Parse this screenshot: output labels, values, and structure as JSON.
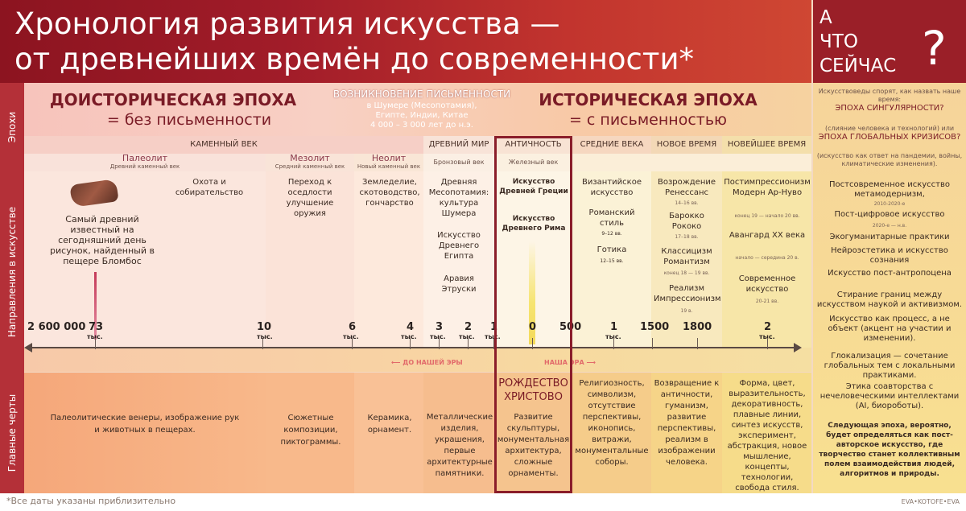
{
  "title": {
    "line1": "Хронология развития искусства —",
    "line2": "от древнейших времён до современности*"
  },
  "side_header": {
    "w1": "А",
    "w2": "ЧТО",
    "w3": "СЕЙЧАС",
    "q": "?"
  },
  "row_labels": {
    "epochs": "Эпохи",
    "directions": "Направления в искусстве",
    "features": "Главные черты"
  },
  "epochs": {
    "prehistoric": "ДОИСТОРИЧЕСКАЯ ЭПОХА",
    "prehistoric_sub": "= без письменности",
    "writing_title": "ВОЗНИКНОВЕНИЕ ПИСЬМЕННОСТИ",
    "writing_sub1": "в Шумере (Месопотамия),",
    "writing_sub2": "Египте, Индии, Китае",
    "writing_sub3": "4 000 – 3 000 лет до н.э.",
    "historic": "ИСТОРИЧЕСКАЯ ЭПОХА",
    "historic_sub": "= с письменностью"
  },
  "periods": {
    "stone": "КАМЕННЫЙ ВЕК",
    "ancient": "ДРЕВНИЙ МИР",
    "antiquity": "АНТИЧНОСТЬ",
    "middle": "СРЕДНИЕ ВЕКА",
    "new": "НОВОЕ ВРЕМЯ",
    "newest": "НОВЕЙШЕЕ ВРЕМЯ",
    "paleo": "Палеолит",
    "paleo_sub": "Древний каменный век",
    "meso": "Мезолит",
    "meso_sub": "Средний каменный век",
    "neo": "Неолит",
    "neo_sub": "Новый каменный век",
    "bronze": "Бронзовый век",
    "iron": "Железный век"
  },
  "directions": {
    "paleo_text": "Охота и собирательство",
    "blombos": "Самый древний известный на сегодняшний день рисунок, найденный в пещере Бломбос",
    "meso_text": "Переход к оседлости улучшение оружия",
    "neo_text": "Земледелие, скотоводство, гончарство",
    "ancient_1": "Древняя Месопотамия: культура Шумера",
    "ancient_2": "Искусство Древнего Египта",
    "ancient_3": "Аравия Этруски",
    "antiq_1": "Искусство Древней Греции",
    "antiq_2": "Искусство Древнего Рима",
    "mid_1": "Византийское искусство",
    "mid_2": "Романский стиль",
    "mid_2s": "9–12 вв.",
    "mid_3": "Готика",
    "mid_3s": "12–15 вв.",
    "new_1": "Возрождение Ренессанс",
    "new_1s": "14–16 вв.",
    "new_2": "Барокко Рококо",
    "new_2s": "17–18 вв.",
    "new_3": "Классицизм Романтизм",
    "new_3s": "конец 18 — 19 вв.",
    "new_4": "Реализм Импрессионизм",
    "new_4s": "19 в.",
    "newest_1": "Постимпрессионизм Модерн Ар-Нуво",
    "newest_1s": "конец 19 — начало 20 вв.",
    "newest_2": "Авангард XX века",
    "newest_2s": "начало — середина 20 в.",
    "newest_3": "Современное искусство",
    "newest_3s": "20-21 вв."
  },
  "timeline": {
    "y1": "2 600 000",
    "y2": "73",
    "y2s": "тыс.",
    "y3": "10",
    "y3s": "тыс.",
    "y4": "6",
    "y4s": "тыс.",
    "y5": "4",
    "y5s": "тыс.",
    "y6": "3",
    "y6s": "тыс.",
    "y7": "2",
    "y7s": "тыс.",
    "y8": "1",
    "y8s": "тыс.",
    "y9": "0",
    "y10": "500",
    "y11": "1",
    "y11s": "тыс.",
    "y12": "1500",
    "y13": "1800",
    "y14": "2",
    "y14s": "тыс.",
    "bc": "ДО НАШЕЙ ЭРЫ",
    "ad": "НАША ЭРА"
  },
  "features": {
    "paleo": "Палеолитические венеры, изображение рук и животных в пещерах.",
    "meso": "Сюжетные композиции, пиктограммы.",
    "neo": "Керамика, орнамент.",
    "ancient": "Металлические изделия, украшения, первые архитектурные памятники.",
    "christmas": "РОЖДЕСТВО ХРИСТОВО",
    "antiq": "Развитие скульптуры, монументальная архитектура, сложные орнаменты.",
    "middle": "Религиозность, символизм, отсутствие перспективы, иконопись, витражи, монументальные соборы.",
    "new": "Возвращение к античности, гуманизм, развитие перспективы, реализм в изображении человека.",
    "newest": "Форма, цвет, выразительность, декоративность, плавные линии, синтез искусств, эксперимент, абстракция, новое мышление, концепты, технологии, свобода стиля."
  },
  "right": {
    "r1": "Искусствоведы спорят, как назвать наше время:",
    "r2": "ЭПОХА СИНГУЛЯРНОСТИ?",
    "r3": "(слияние человека и технологий) или",
    "r4": "ЭПОХА ГЛОБАЛЬНЫХ КРИЗИСОВ?",
    "r5": "(искусство как ответ на пандемии, войны, климатические изменения).",
    "r6": "Постсовременное искусство метамодернизм,",
    "r6s": "2010-2020-е",
    "r7": "Пост-цифровое искусство",
    "r7s": "2020-е — н.в.",
    "r8": "Экогуманитарные практики",
    "r9": "Нейроэстетика и искусство сознания",
    "r10": "Искусство пост-антропоцена",
    "r11": "Стирание границ между искусством наукой и активизмом.",
    "r12": "Искусство как процесс, а не объект (акцент на участии и изменении).",
    "r13": "Глокализация — сочетание глобальных тем с локальными практиками.",
    "r14": "Этика соавторства с нечеловеческими интеллектами (AI, биороботы).",
    "r15": "Следующая эпоха, вероятно, будет определяться как пост-авторское искусство, где творчество станет коллективным полем взаимодействия людей, алгоритмов и природы."
  },
  "footer": {
    "note": "*Все даты указаны приблизительно",
    "credit": "EVA•KOTOFE•EVA"
  }
}
